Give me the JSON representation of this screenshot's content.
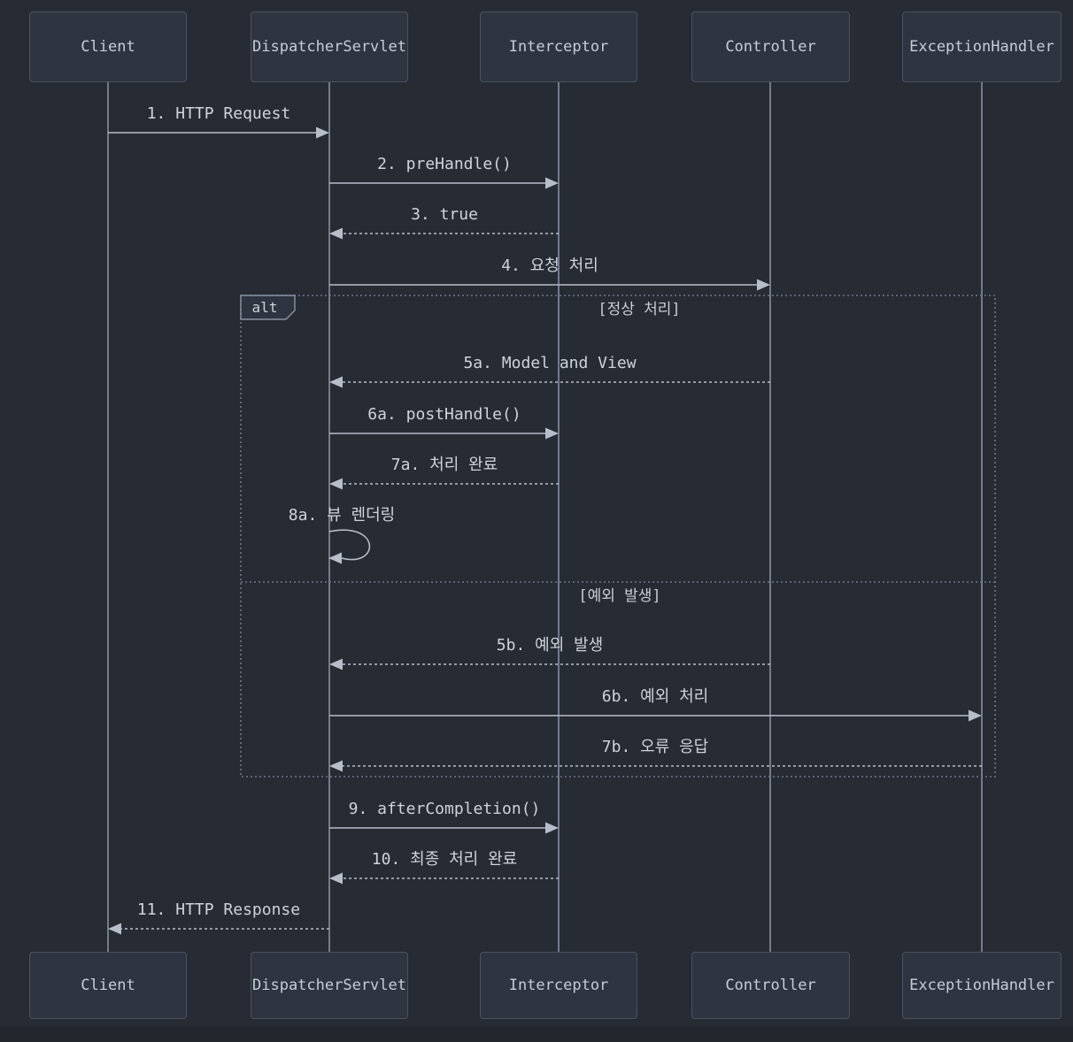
{
  "diagram": {
    "type": "sequence",
    "actors": [
      {
        "name": "Client"
      },
      {
        "name": "DispatcherServlet"
      },
      {
        "name": "Interceptor"
      },
      {
        "name": "Controller"
      },
      {
        "name": "ExceptionHandler"
      }
    ],
    "messages": [
      {
        "label": "1. HTTP Request",
        "from": "Client",
        "to": "DispatcherServlet",
        "style": "solid"
      },
      {
        "label": "2. preHandle()",
        "from": "DispatcherServlet",
        "to": "Interceptor",
        "style": "solid"
      },
      {
        "label": "3. true",
        "from": "Interceptor",
        "to": "DispatcherServlet",
        "style": "dashed"
      },
      {
        "label": "4. 요청 처리",
        "from": "DispatcherServlet",
        "to": "Controller",
        "style": "solid"
      },
      {
        "label": "5a. Model and View",
        "from": "Controller",
        "to": "DispatcherServlet",
        "style": "dashed"
      },
      {
        "label": "6a. postHandle()",
        "from": "DispatcherServlet",
        "to": "Interceptor",
        "style": "solid"
      },
      {
        "label": "7a. 처리 완료",
        "from": "Interceptor",
        "to": "DispatcherServlet",
        "style": "dashed"
      },
      {
        "label": "8a. 뷰 렌더링",
        "from": "DispatcherServlet",
        "to": "DispatcherServlet",
        "style": "self"
      },
      {
        "label": "5b. 예외 발생",
        "from": "Controller",
        "to": "DispatcherServlet",
        "style": "dashed"
      },
      {
        "label": "6b. 예외 처리",
        "from": "DispatcherServlet",
        "to": "ExceptionHandler",
        "style": "solid"
      },
      {
        "label": "7b. 오류 응답",
        "from": "ExceptionHandler",
        "to": "DispatcherServlet",
        "style": "dashed"
      },
      {
        "label": "9. afterCompletion()",
        "from": "DispatcherServlet",
        "to": "Interceptor",
        "style": "solid"
      },
      {
        "label": "10. 최종 처리 완료",
        "from": "Interceptor",
        "to": "DispatcherServlet",
        "style": "dashed"
      },
      {
        "label": "11. HTTP Response",
        "from": "DispatcherServlet",
        "to": "Client",
        "style": "dashed"
      }
    ],
    "alt_frame": {
      "label": "alt",
      "branches": [
        {
          "condition": "[정상 처리]"
        },
        {
          "condition": "[예외 발생]"
        }
      ]
    }
  },
  "colors": {
    "background": "#272b33",
    "actor_fill": "#2f3540",
    "actor_border": "#4a5260",
    "lifeline": "#7c8595",
    "arrow": "#b7bec9",
    "message_text": "#ced4dc",
    "frame_border": "#6e7789",
    "alt_label_border": "#8a93a3"
  }
}
